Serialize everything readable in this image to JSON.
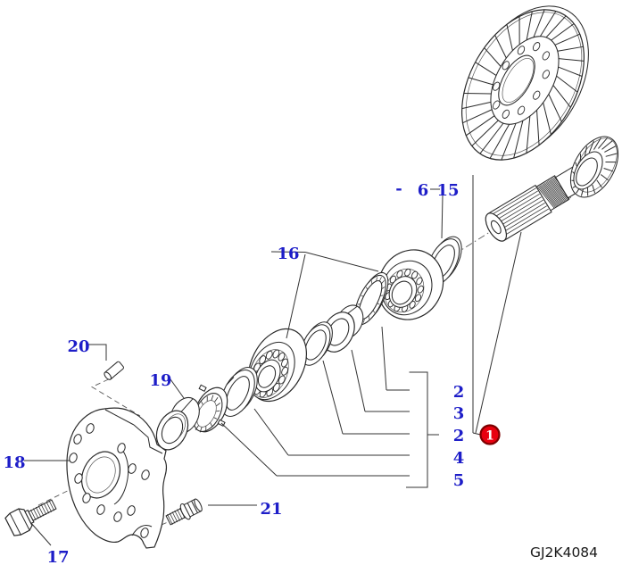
{
  "diagram": {
    "code": "GJ2K4084",
    "badge": "1",
    "colors": {
      "label_blue": "#1d1dc8",
      "badge_fill": "#e8000f",
      "badge_ring": "#7d0000",
      "line": "#2a2a2a"
    },
    "callouts": {
      "pin": "20",
      "seal_collar": "19",
      "bearing_case": "18",
      "bolt_lower": "17",
      "bolt_side": "21",
      "bearing_pair": "16",
      "range_prefix": "-",
      "range_start": "6",
      "range_end": "15",
      "stack": [
        "2",
        "3",
        "2",
        "4",
        "5"
      ]
    }
  }
}
